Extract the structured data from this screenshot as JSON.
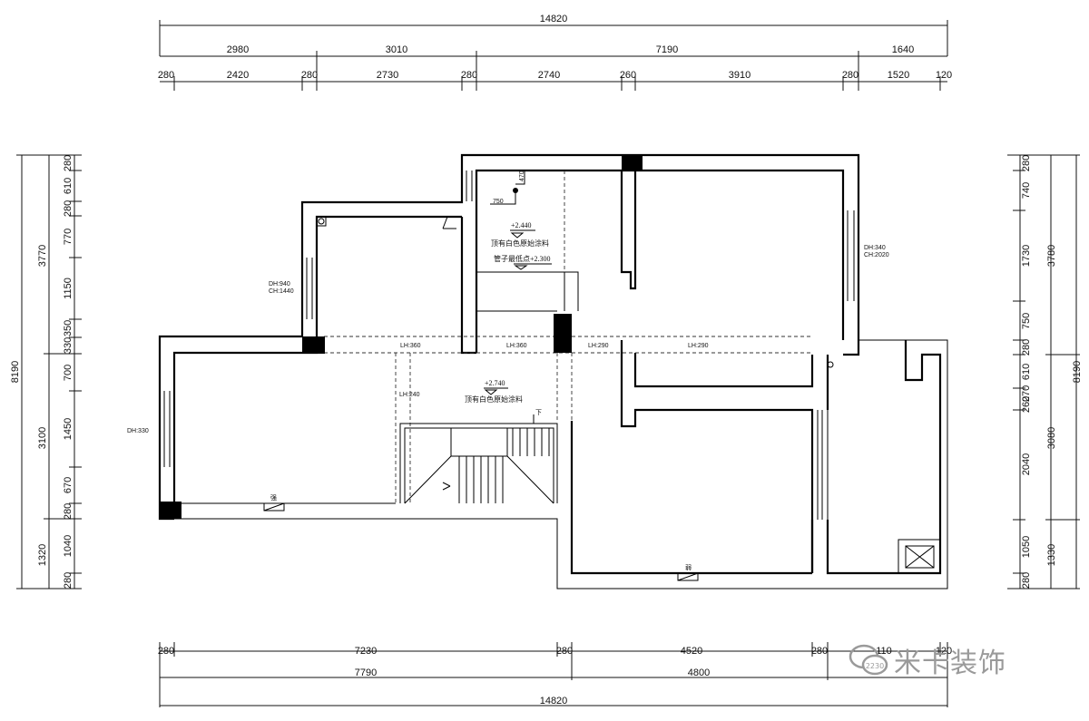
{
  "top_dims": {
    "overall": "14820",
    "row1": [
      "2980",
      "3010",
      "7190",
      "1640"
    ],
    "row2": [
      "280",
      "2420",
      "280",
      "2730",
      "280",
      "2740",
      "260",
      "3910",
      "280",
      "1520",
      "120"
    ]
  },
  "bottom_dims": {
    "overall": "14820",
    "row1": [
      "7790",
      "4800"
    ],
    "row2": [
      "280",
      "7230",
      "280",
      "4520",
      "280",
      "110",
      "120"
    ]
  },
  "left_dims": {
    "overall": "8190",
    "row1": [
      "3770",
      "3100",
      "1320"
    ],
    "row2": [
      "280",
      "610",
      "280",
      "770",
      "1150",
      "350",
      "330",
      "700",
      "1450",
      "670",
      "280",
      "1040",
      "280"
    ]
  },
  "right_dims": {
    "overall": "8190",
    "row1": [
      "3780",
      "3080",
      "1330"
    ],
    "row2": [
      "280",
      "740",
      "1730",
      "750",
      "280",
      "610",
      "270",
      "2040",
      "1050",
      "280"
    ],
    "overlap": "260"
  },
  "annotations": {
    "level1": "+2.440",
    "level1_note": "顶有白色原始涂料",
    "pipe_note": "管子最低点+2.300",
    "level2": "+2.740",
    "level2_note": "顶有白色原始涂料",
    "lh_left": "LH:360",
    "lh_mid": "LH:360",
    "lh_right1": "LH:290",
    "lh_right2": "LH:290",
    "lh_vertical": "LH:240",
    "window_left_top": "DH:940",
    "window_left_top_ch": "CH:1440",
    "window_left": "DH:330",
    "window_right": "DH:340",
    "window_right_ch": "CH:2020",
    "stair_down": "下",
    "strong_box": "强",
    "weak_box": "弱",
    "small_dim_a": "750",
    "small_dim_b": "470"
  },
  "watermark": {
    "text": "米卡装饰",
    "badge": "2230"
  }
}
